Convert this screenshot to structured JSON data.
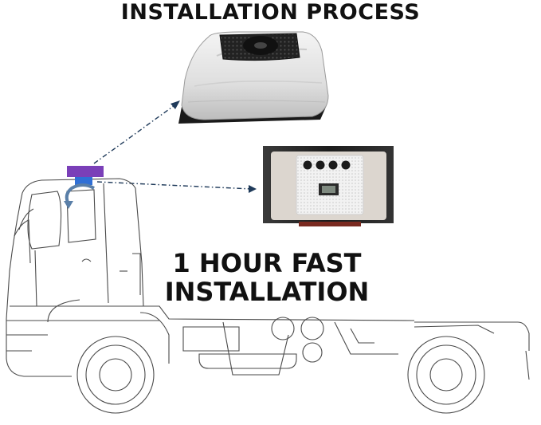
{
  "heading": "INSTALLATION PROCESS",
  "caption": {
    "line1": "1 HOUR FAST",
    "line2": "INSTALLATION"
  },
  "icons": {
    "roof_unit": "rooftop-ac-unit-icon",
    "control_panel": "cab-control-panel-icon",
    "truck": "truck-line-drawing-icon",
    "airflow_arrow": "curved-arrow-icon"
  },
  "colors": {
    "roof_marker": "#7a3fb8",
    "panel_marker": "#2f6fd6",
    "leader_lines": "#1f3a5a",
    "line_art": "#444444"
  }
}
